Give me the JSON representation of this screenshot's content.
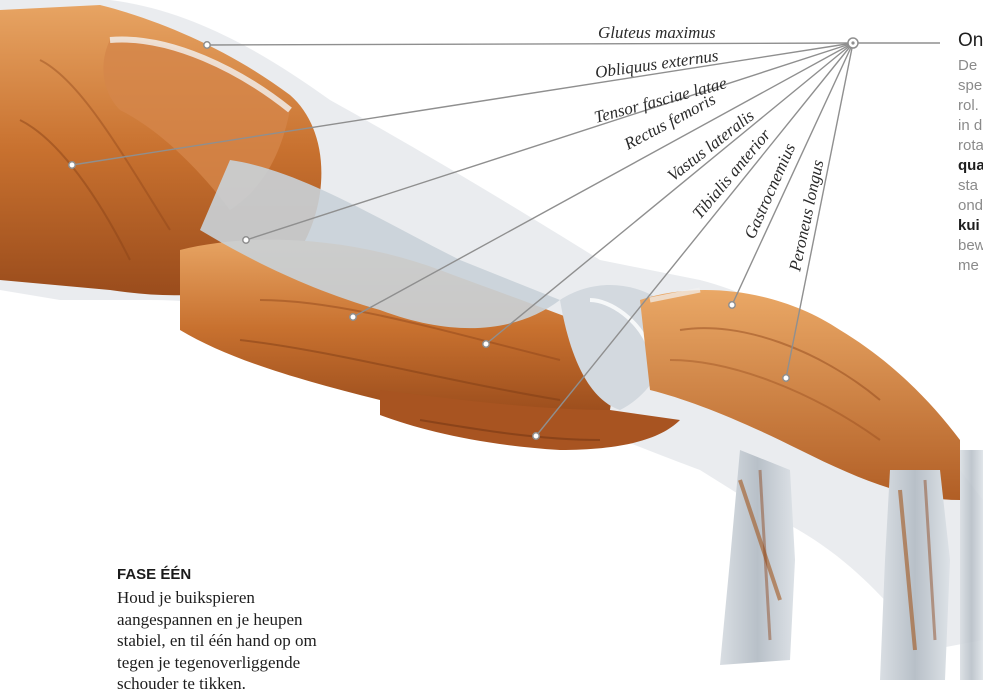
{
  "labels": {
    "gluteus": "Gluteus maximus",
    "obliquus": "Obliquus externus",
    "tensor": "Tensor fasciae latae",
    "rectus": "Rectus femoris",
    "vastus": "Vastus lateralis",
    "tibialis": "Tibialis anterior",
    "gastrocnemius": "Gastrocnemius",
    "peroneus": "Peroneus longus"
  },
  "side": {
    "title": "On",
    "lines": [
      "De",
      "spe",
      "rol.",
      "in d",
      "rota",
      "qua",
      "sta",
      "ond",
      "kui",
      "bew",
      "me"
    ],
    "bold_lines": [
      5,
      8
    ]
  },
  "phase": {
    "title": "FASE ÉÉN",
    "lines": [
      "Houd je buikspieren",
      "aangespannen en je heupen",
      "stabiel, en til één hand op om",
      "tegen je tegenoverliggende",
      "schouder te tikken."
    ]
  },
  "colors": {
    "muscle": "#c46a2c",
    "muscle_light": "#e09a58",
    "tendon": "#cfd6dd",
    "leader": "#8f8f8f"
  }
}
